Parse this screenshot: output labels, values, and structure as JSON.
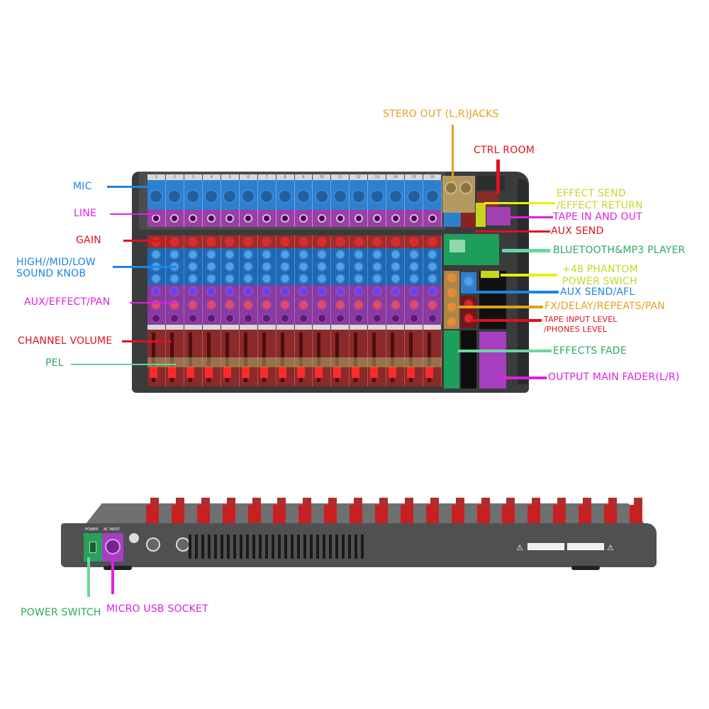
{
  "top_labels": {
    "stereo_out": {
      "text": "STERO OUT (L,R)JACKS",
      "color": "#e0a21e"
    },
    "ctrl_room": {
      "text": "CTRL ROOM",
      "color": "#e0101e"
    },
    "effect_send_1": {
      "text": "EFFECT SEND",
      "color": "#c8d626"
    },
    "effect_send_2": {
      "text": "/EFFECT RETURN",
      "color": "#c8d626"
    },
    "tape_in_out": {
      "text": "TAPE IN AND OUT",
      "color": "#e020e0"
    },
    "aux_send": {
      "text": "AUX SEND",
      "color": "#e0101e"
    },
    "bluetooth": {
      "text": "BLUETOOTH&MP3 PLAYER",
      "color": "#2ea862"
    },
    "phantom_1": {
      "text": "+48 PHANTOM",
      "color": "#c8d626"
    },
    "phantom_2": {
      "text": "POWER SWICH",
      "color": "#c8d626"
    },
    "aux_afl": {
      "text": "AUX SEND/AFL",
      "color": "#1a86e0"
    },
    "fx_delay": {
      "text": "FX/DELAY/REPEATS/PAN",
      "color": "#e0a21e"
    },
    "tape_level_1": {
      "text": "TAPE INPUT LEVEL",
      "color": "#e0101e"
    },
    "tape_level_2": {
      "text": "/PHONES LEVEL",
      "color": "#e0101e"
    },
    "effects_fade": {
      "text": "EFFECTS FADE",
      "color": "#2ea862"
    },
    "output_main": {
      "text": "OUTPUT MAIN FADER(L/R)",
      "color": "#e020e0"
    },
    "mic": {
      "text": "MIC",
      "color": "#1a86e0"
    },
    "line": {
      "text": "LINE",
      "color": "#e020e0"
    },
    "gain": {
      "text": "GAIN",
      "color": "#e0101e"
    },
    "eq_1": {
      "text": "HIGH//MID/LOW",
      "color": "#1a86e0"
    },
    "eq_2": {
      "text": "SOUND KNOB",
      "color": "#1a86e0"
    },
    "aux_pan": {
      "text": "AUX/EFFECT/PAN",
      "color": "#e020e0"
    },
    "channel_volume": {
      "text": "CHANNEL VOLUME",
      "color": "#e0101e"
    },
    "pel": {
      "text": "PEL",
      "color": "#2ea862"
    }
  },
  "bottom_labels": {
    "power_switch": {
      "text": "POWER SWITCH",
      "color": "#2ea862"
    },
    "micro_usb": {
      "text": "MICRO USB SOCKET",
      "color": "#e020e0"
    }
  },
  "mixer": {
    "channel_numbers": [
      "1",
      "2",
      "3",
      "4",
      "5",
      "6",
      "7",
      "8",
      "9",
      "10",
      "11",
      "12",
      "13",
      "14",
      "15",
      "16"
    ],
    "rear_power_tag": "POWER",
    "rear_ac_tag": "AC INPUT"
  }
}
